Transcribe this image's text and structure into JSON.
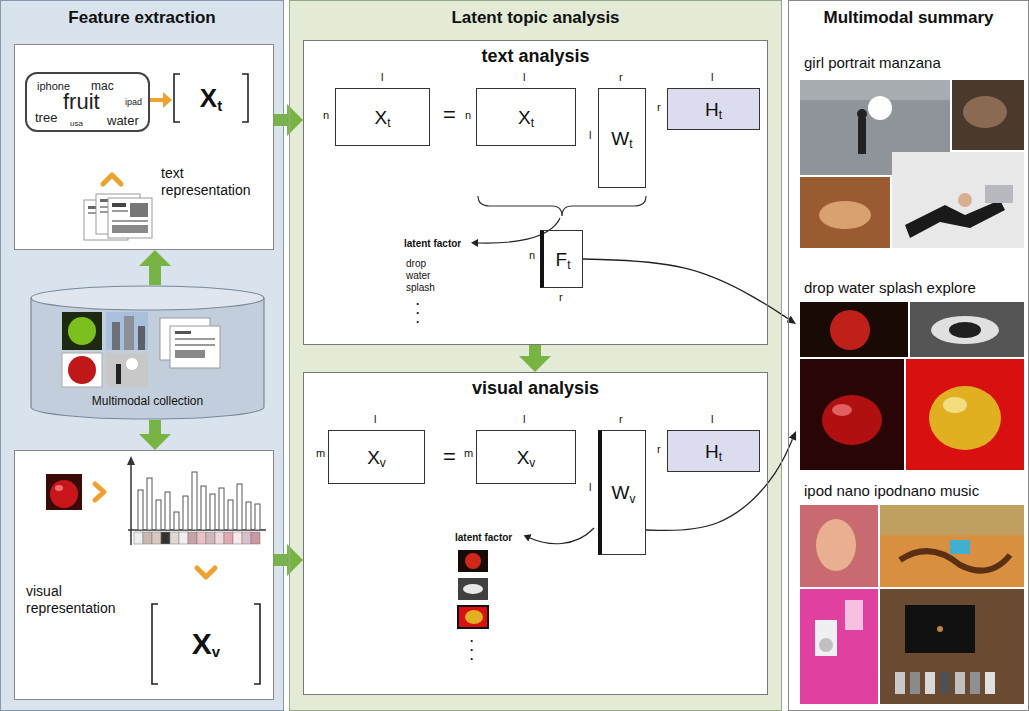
{
  "diagram": {
    "nodes": [
      {
        "text": [
          "Feature extraction"
        ]
      },
      {
        "text": [
          "text representation"
        ],
        "in": 0
      },
      {
        "text": [
          "iphone",
          "mac",
          "fruit",
          "ipad",
          "tree",
          "usa",
          "water"
        ],
        "in": 1
      },
      {
        "text": [
          "X",
          "t"
        ],
        "in": 1
      },
      {
        "text": [
          "Multimodal collection"
        ],
        "in": 0
      },
      {
        "text": [
          "visual representation"
        ],
        "in": 0
      },
      {
        "text": [
          "X",
          "v"
        ],
        "in": 5
      },
      {
        "text": [
          "Latent topic analysis"
        ]
      },
      {
        "text": [
          "text analysis"
        ],
        "in": 7
      },
      {
        "text": [
          "X",
          "t"
        ],
        "in": 8
      },
      {
        "text": [
          "X",
          "t"
        ],
        "in": 8
      },
      {
        "text": [
          "W",
          "t"
        ],
        "in": 8
      },
      {
        "text": [
          "H",
          "t"
        ],
        "in": 8
      },
      {
        "text": [
          "F",
          "t"
        ],
        "in": 8
      },
      {
        "text": [
          "visual analysis"
        ],
        "in": 7
      },
      {
        "text": [
          "X",
          "v"
        ],
        "in": 14
      },
      {
        "text": [
          "X",
          "v"
        ],
        "in": 14
      },
      {
        "text": [
          "W",
          "v"
        ],
        "in": 14
      },
      {
        "text": [
          "H",
          "t"
        ],
        "in": 14
      },
      {
        "text": [
          "Multimodal summary"
        ]
      },
      {
        "text": [
          "girl portrait manzana"
        ],
        "in": 19
      },
      {
        "text": [
          "drop water splash explore"
        ],
        "in": 19
      },
      {
        "text": [
          "ipod nano ipodnano music"
        ],
        "in": 19
      }
    ],
    "edges": [
      {
        "from": 2,
        "to": 3,
        "arrow": "to"
      },
      {
        "from": 4,
        "to": 1,
        "arrow": "to"
      },
      {
        "from": 4,
        "to": 5,
        "arrow": "to"
      },
      {
        "from": 1,
        "to": 8,
        "arrow": "to"
      },
      {
        "from": 5,
        "to": 14,
        "arrow": "to"
      },
      {
        "from": 8,
        "to": 14,
        "arrow": "to"
      },
      {
        "from": 13,
        "to": 21,
        "arrow": "to"
      },
      {
        "from": 17,
        "to": 21,
        "arrow": "to"
      }
    ],
    "labels": [
      "l",
      "n",
      "=",
      "l",
      "n",
      "r",
      "l",
      "l",
      "r",
      "n",
      "r",
      "latent factor",
      "drop water splash",
      ". . .",
      "l",
      "m",
      "=",
      "l",
      "m",
      "r",
      "l",
      "l",
      "r",
      "latent factor",
      ". . ."
    ]
  }
}
